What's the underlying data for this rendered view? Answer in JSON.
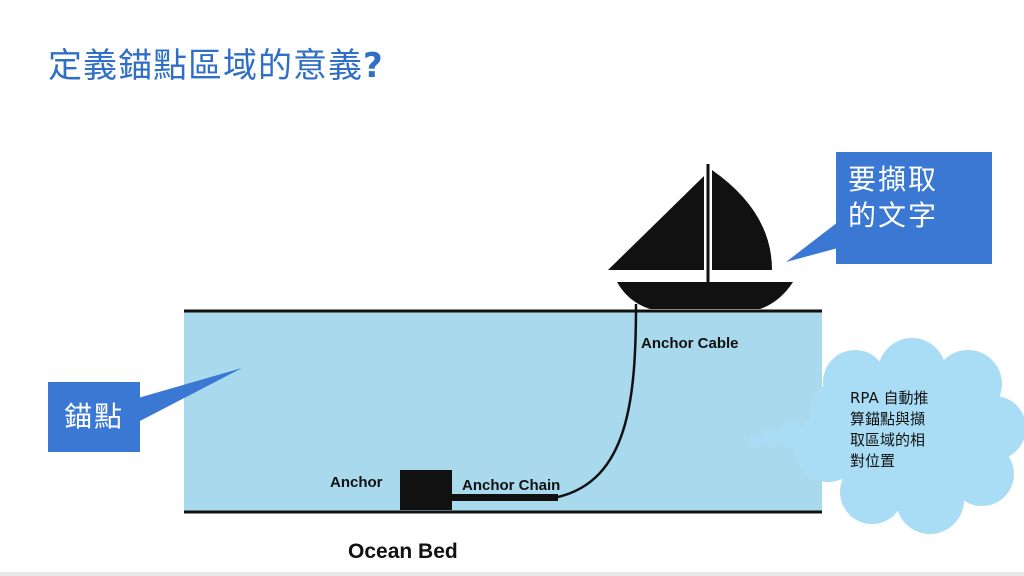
{
  "slide": {
    "title": "定義錨點區域的意義",
    "title_mark": "?"
  },
  "diagram": {
    "labels": {
      "anchor_cable": "Anchor Cable",
      "anchor": "Anchor",
      "anchor_chain": "Anchor Chain",
      "ocean_bed": "Ocean Bed"
    }
  },
  "callouts": {
    "text_to_capture": [
      "要擷取",
      "的文字"
    ],
    "anchor_point": "錨點",
    "cloud_note": [
      "RPA 自動推",
      "算錨點與擷",
      "取區域的相",
      "對位置"
    ]
  },
  "colors": {
    "title": "#2f6fc6",
    "callout_bg": "#3a78d4",
    "water": "#a9d9ec",
    "cloud": "#a9ddf5"
  },
  "icons": [
    "sailboat-icon",
    "anchor-block-icon",
    "thought-cloud-icon"
  ]
}
